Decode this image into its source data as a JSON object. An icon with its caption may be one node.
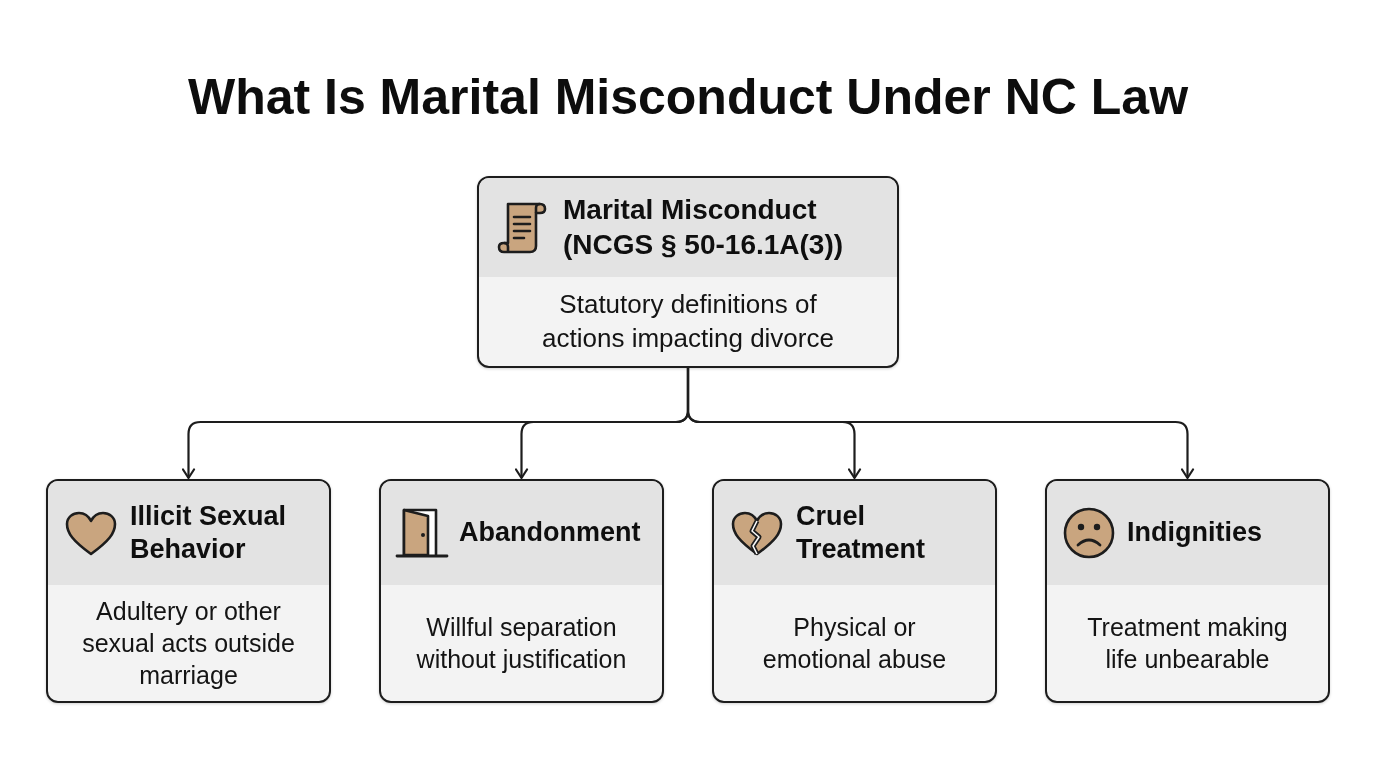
{
  "diagram": {
    "title": "What Is Marital Misconduct Under NC Law",
    "nodes": [
      {
        "text": [
          "Marital Misconduct (NCGS § 50-16.1A(3))",
          "Statutory definitions of actions impacting divorce"
        ]
      },
      {
        "text": [
          "Illicit Sexual Behavior",
          "Adultery or other sexual acts outside marriage"
        ]
      },
      {
        "text": [
          "Abandonment",
          "Willful separation without justification"
        ]
      },
      {
        "text": [
          "Cruel Treatment",
          "Physical or emotional abuse"
        ]
      },
      {
        "text": [
          "Indignities",
          "Treatment making life unbearable"
        ]
      }
    ],
    "edges": [
      {
        "from": 0,
        "to": 1,
        "arrow": "to"
      },
      {
        "from": 0,
        "to": 2,
        "arrow": "to"
      },
      {
        "from": 0,
        "to": 3,
        "arrow": "to"
      },
      {
        "from": 0,
        "to": 4,
        "arrow": "to"
      }
    ]
  }
}
